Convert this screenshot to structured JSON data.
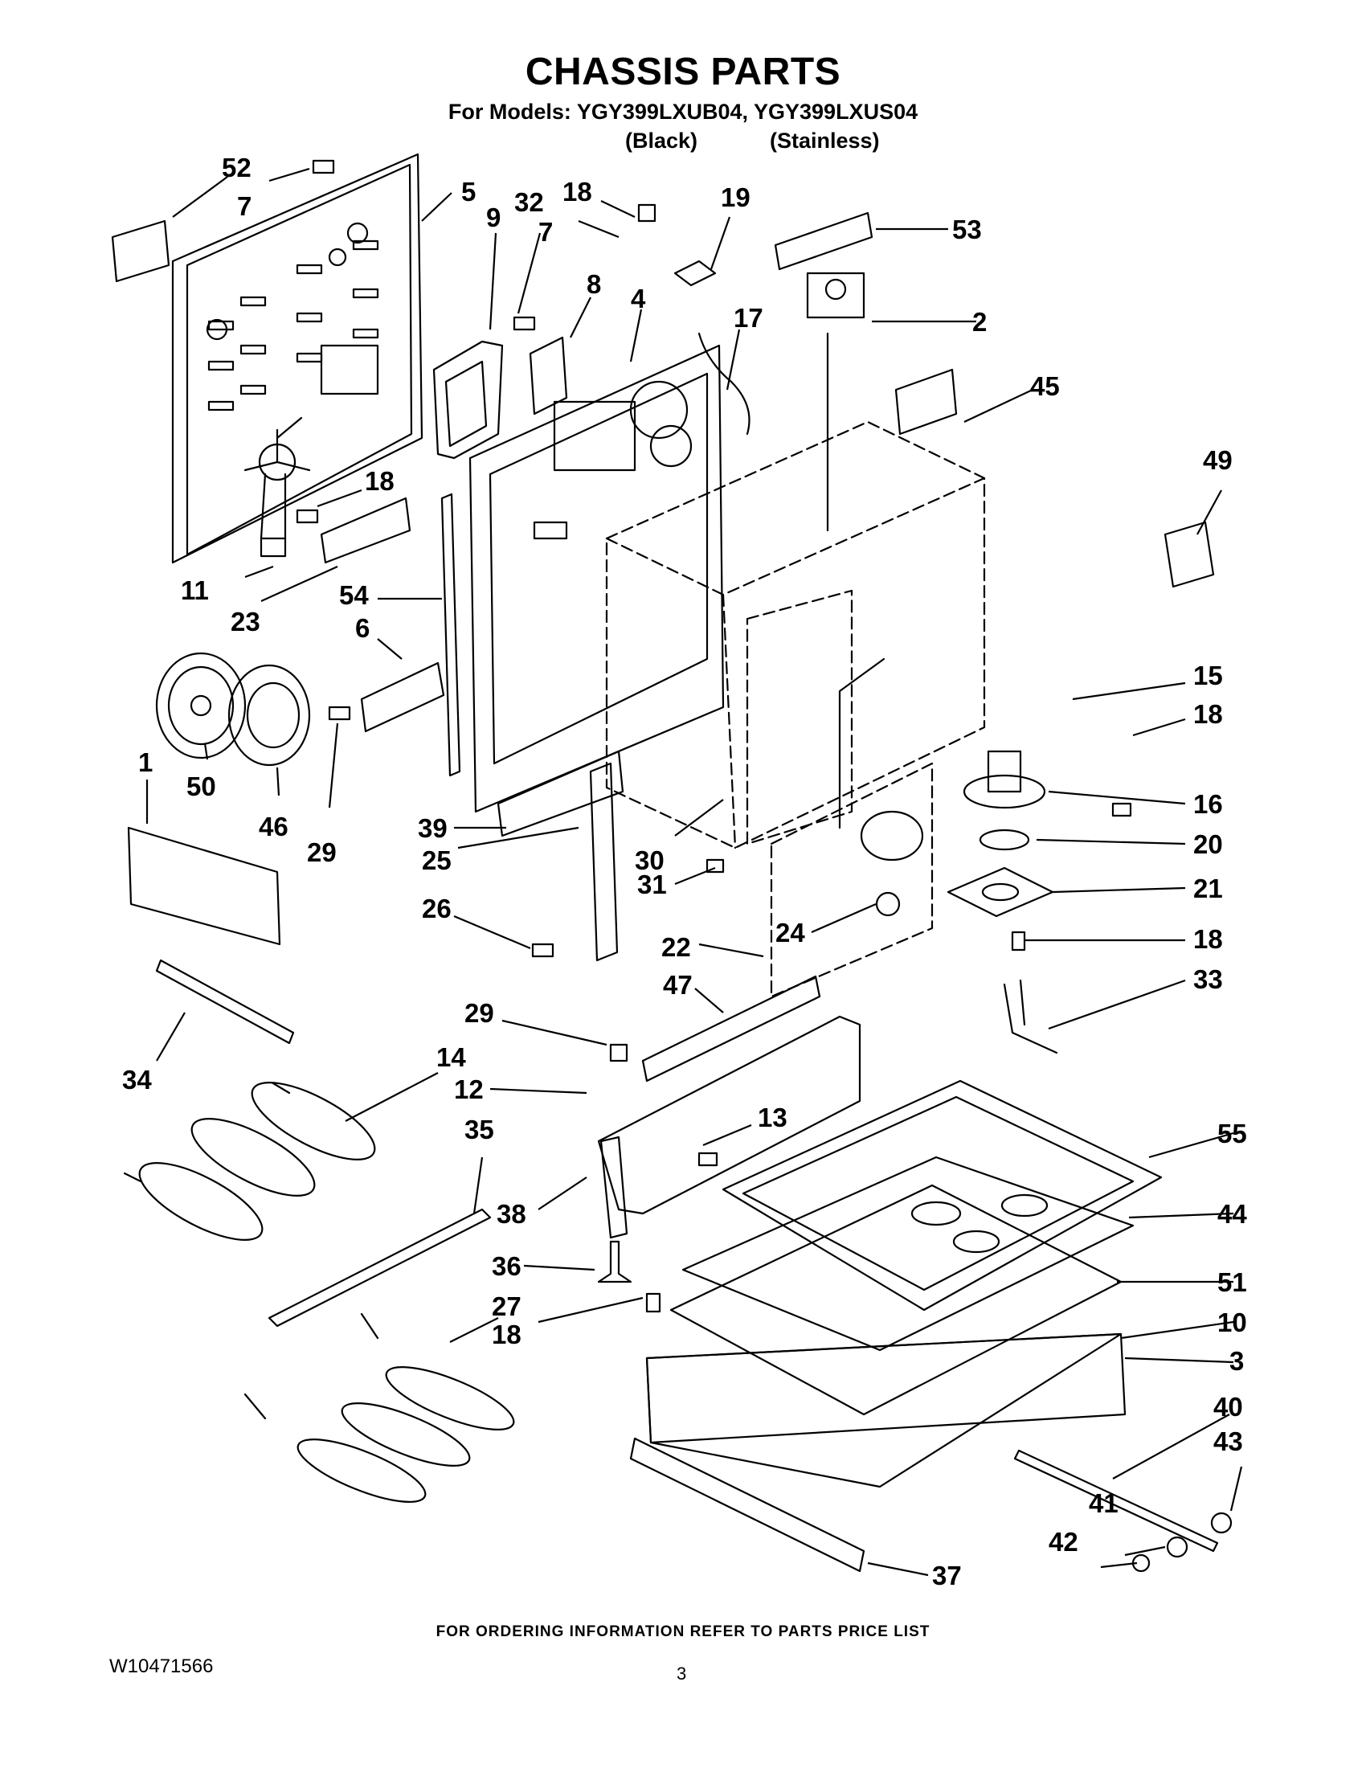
{
  "header": {
    "title": "CHASSIS PARTS",
    "models_line": "For Models: YGY399LXUB04, YGY399LXUS04",
    "variant_black": "(Black)",
    "variant_stainless": "(Stainless)"
  },
  "callouts": [
    "52",
    "7",
    "5",
    "9",
    "32",
    "18",
    "19",
    "53",
    "7",
    "8",
    "4",
    "17",
    "2",
    "45",
    "49",
    "18",
    "11",
    "23",
    "54",
    "6",
    "15",
    "18",
    "1",
    "50",
    "46",
    "29",
    "39",
    "30",
    "25",
    "16",
    "20",
    "31",
    "21",
    "26",
    "24",
    "22",
    "18",
    "33",
    "47",
    "29",
    "34",
    "14",
    "12",
    "13",
    "55",
    "35",
    "38",
    "44",
    "36",
    "51",
    "27",
    "10",
    "18",
    "3",
    "40",
    "43",
    "41",
    "42",
    "37"
  ],
  "footer": {
    "ordering_note": "FOR ORDERING INFORMATION REFER TO PARTS PRICE LIST",
    "doc_number": "W10471566",
    "page_number": "3"
  }
}
